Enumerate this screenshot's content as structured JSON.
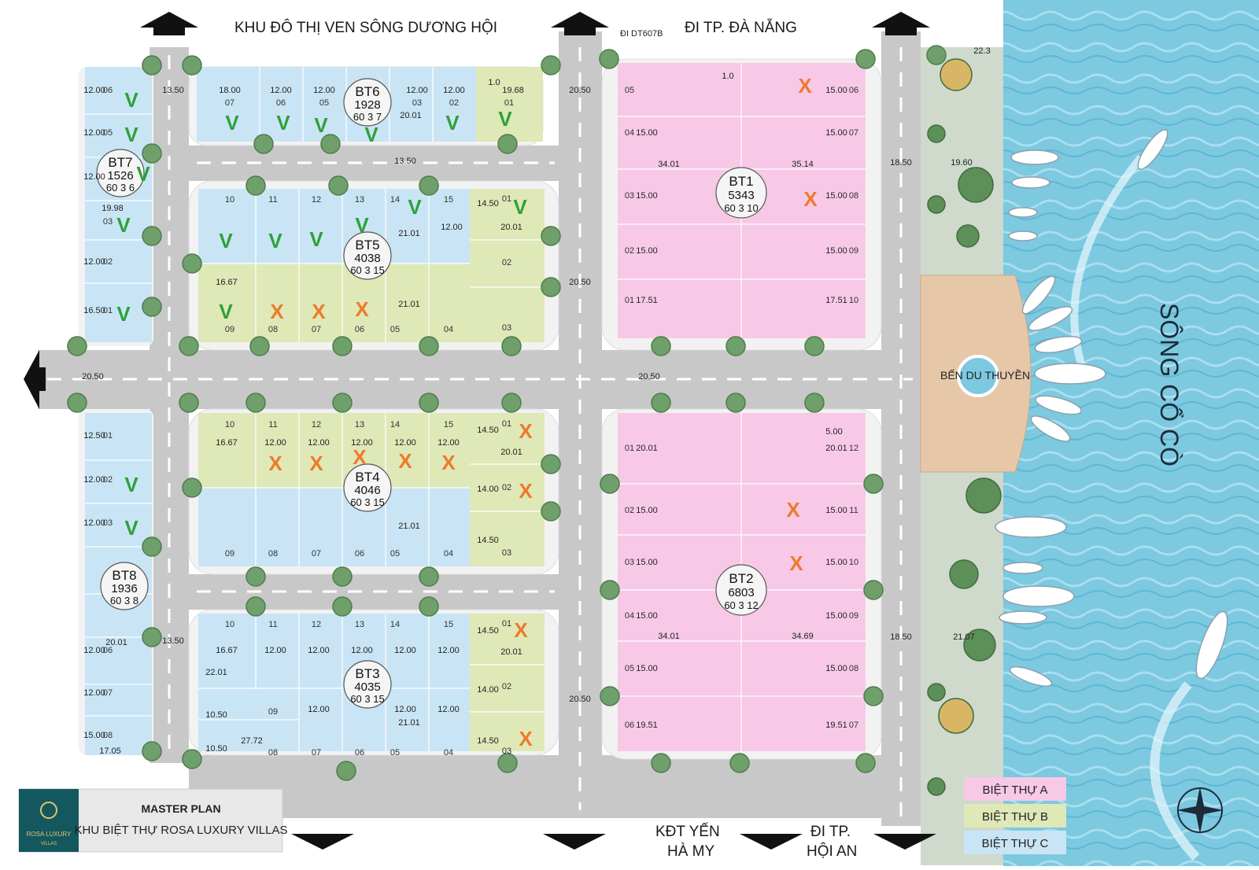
{
  "directions": {
    "top_left": "KHU ĐÔ THỊ VEN SÔNG DƯƠNG HỘI",
    "top_road": "ĐI DT607B",
    "top_right": "ĐI TP. ĐÀ NẴNG",
    "bottom_center_1": "KĐT YẾN",
    "bottom_center_2": "HÀ MY",
    "bottom_right_1": "ĐI TP.",
    "bottom_right_2": "HỘI AN"
  },
  "river": "SÔNG CỔ CÒ",
  "marina": "BẾN DU THUYỀN",
  "title_box": {
    "logo_line1": "ROSA LUXURY",
    "logo_line2": "VILLAS",
    "title": "MASTER PLAN",
    "subtitle": "KHU BIỆT THỰ ROSA LUXURY VILLAS"
  },
  "legend": [
    {
      "label": "BIỆT THỰ A",
      "color": "#f7c9e6"
    },
    {
      "label": "BIỆT THỰ B",
      "color": "#dfe8b7"
    },
    {
      "label": "BIỆT THỰ C",
      "color": "#c9e5f5"
    }
  ],
  "colors": {
    "villa_a": "#f7c9e6",
    "villa_b": "#dfe8b7",
    "villa_c": "#c9e5f5",
    "road": "#c8c8c8",
    "water": "#7cc9e0",
    "available_mark": "#2fa13a",
    "sold_mark": "#ee7a2b"
  },
  "marks": {
    "available": "V",
    "sold": "X"
  },
  "blocks": {
    "BT1": {
      "name": "BT1",
      "area": "5343",
      "stats": "60 3 10"
    },
    "BT2": {
      "name": "BT2",
      "area": "6803",
      "stats": "60 3 12"
    },
    "BT3": {
      "name": "BT3",
      "area": "4035",
      "stats": "60 3 15"
    },
    "BT4": {
      "name": "BT4",
      "area": "4046",
      "stats": "60 3 15"
    },
    "BT5": {
      "name": "BT5",
      "area": "4038",
      "stats": "60 3 15"
    },
    "BT6": {
      "name": "BT6",
      "area": "1928",
      "stats": "60 3 7"
    },
    "BT7": {
      "name": "BT7",
      "area": "1526",
      "stats": "60 3 6"
    },
    "BT8": {
      "name": "BT8",
      "area": "1936",
      "stats": "60 3 8"
    }
  },
  "road_dims": {
    "d1": "13.50",
    "d2": "20.50",
    "d3": "20.50",
    "d4": "20.50",
    "d5": "20.50",
    "d6": "18.50",
    "d7": "18.50",
    "d8": "13.50",
    "d9": "13.50",
    "d10": "20.50",
    "d11": "22.3"
  },
  "lot_dims": {
    "bt6_01": "19.68",
    "bt6_d": "18.00",
    "bt6_w": "12.00",
    "bt6_h": "20.01",
    "bt6_1": "1.0",
    "bt7_w": "12.00",
    "bt7_last": "16.50",
    "bt7_d": "19.98",
    "bt1_a": "34.01",
    "bt1_b": "35.14",
    "bt1_w": "15.00",
    "bt1_last": "17.51",
    "bt1_1": "1.0",
    "bt5_d": "16.67",
    "bt5_h": "21.01",
    "bt5_w": "12.00",
    "bt5_s": "14.50",
    "bt5_r": "20.01",
    "bt4_d": "16.67",
    "bt4_h": "21.01",
    "bt4_w": "12.00",
    "bt4_s1": "14.50",
    "bt4_s2": "14.00",
    "bt4_s3": "14.50",
    "bt4_r": "20.01",
    "bt2_a": "34.01",
    "bt2_b": "34.69",
    "bt2_w": "15.00",
    "bt2_first": "20.01",
    "bt2_last": "19.51",
    "bt2_5": "5.00",
    "bt8_first": "12.50",
    "bt8_w": "12.00",
    "bt8_last": "15.00",
    "bt8_d": "20.01",
    "bt8_bot": "17.05",
    "bt3_d": "16.67",
    "bt3_h": "22.01",
    "bt3_h2": "21.01",
    "bt3_w": "12.00",
    "bt3_r": "20.01",
    "bt3_s1": "14.50",
    "bt3_s2": "14.00",
    "bt3_s3": "14.50",
    "bt3_l": "10.50",
    "bt3_ld": "27.72",
    "marina_d": "19.60",
    "marina_d2": "21.07"
  },
  "lots": {
    "n01": "01",
    "n02": "02",
    "n03": "03",
    "n04": "04",
    "n05": "05",
    "n06": "06",
    "n07": "07",
    "n08": "08",
    "n09": "09",
    "n10": "10",
    "n11": "11",
    "n12": "12",
    "n13": "13",
    "n14": "14",
    "n15": "15"
  }
}
